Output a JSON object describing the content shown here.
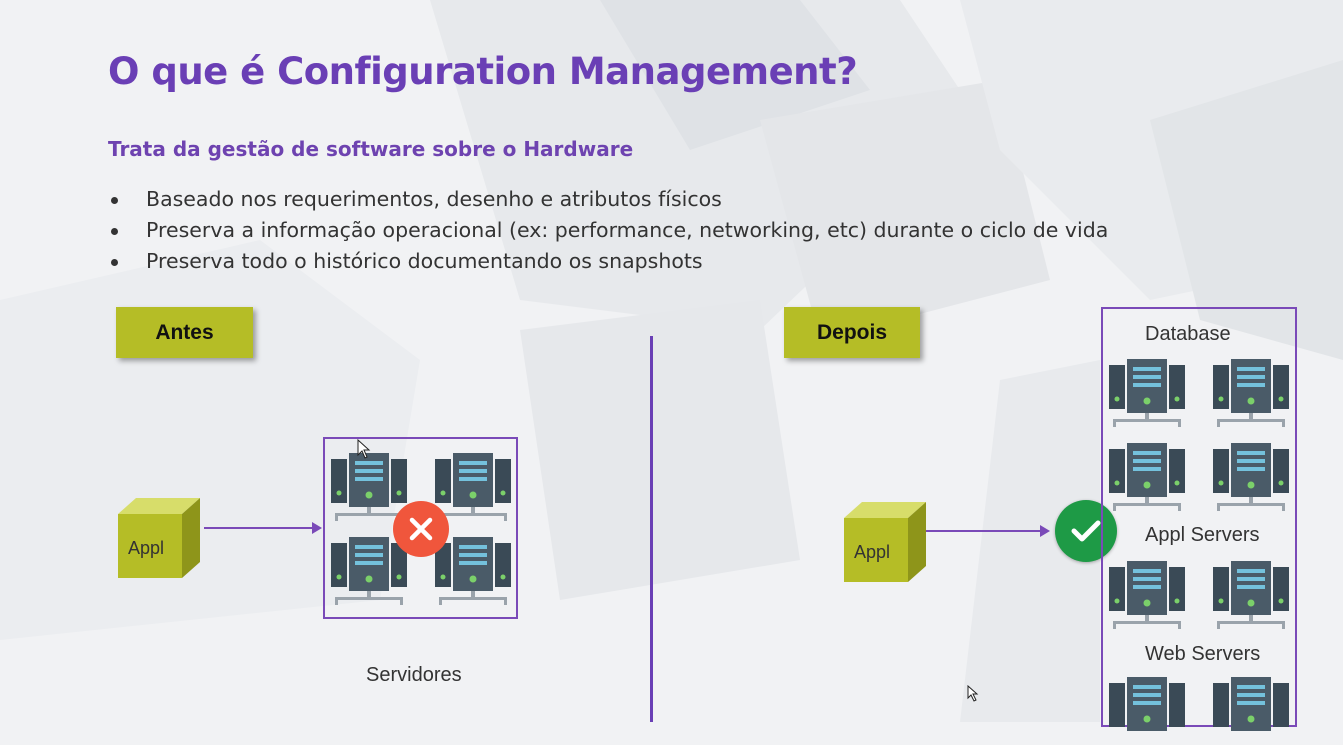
{
  "slide": {
    "title": "O que é Configuration Management?",
    "subtitle": "Trata da gestão de software sobre o Hardware",
    "bullets": [
      "Baseado nos requerimentos, desenho e atributos físicos",
      "Preserva a informação operacional (ex: performance, networking, etc) durante o ciclo de vida",
      "Preserva todo o histórico documentando os snapshots"
    ]
  },
  "before": {
    "tag": "Antes",
    "app_label": "Appl",
    "servers_label": "Servidores",
    "status_icon": "error-x-icon"
  },
  "after": {
    "tag": "Depois",
    "app_label": "Appl",
    "status_icon": "check-icon",
    "tiers": [
      "Database",
      "Appl Servers",
      "Web Servers"
    ]
  },
  "colors": {
    "title": "#6a3fb5",
    "tag": "#b5bd26",
    "server": "#3a4a56",
    "server_accent": "#74c1dc",
    "error": "#f0563c",
    "ok": "#1e9a46"
  }
}
